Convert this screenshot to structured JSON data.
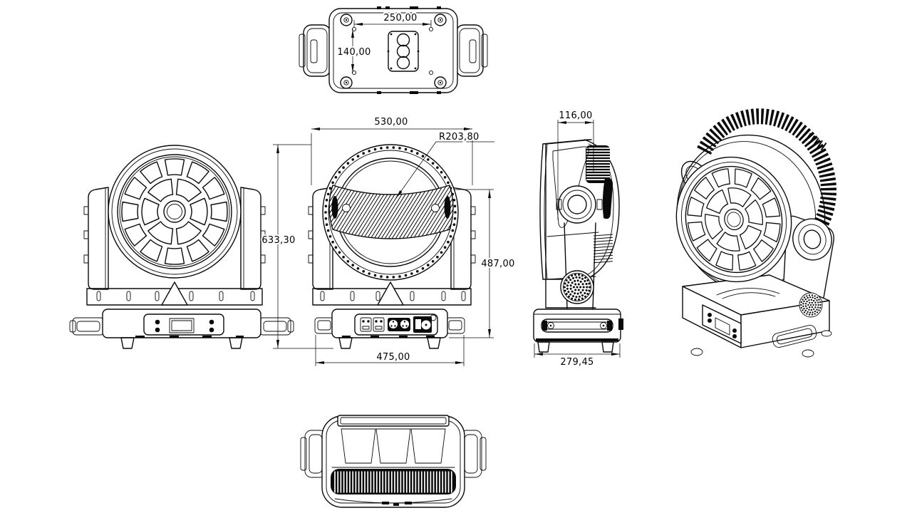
{
  "dims": {
    "top_plate_width": "250,00",
    "top_plate_depth": "140,00",
    "head_width": "530,00",
    "lens_radius": "R203,80",
    "overall_height": "633,30",
    "pivot_height": "487,00",
    "base_width": "475,00",
    "arm_depth": "116,00",
    "base_depth": "279,45"
  },
  "colors": {
    "line": "#0a0a0a",
    "background": "#ffffff"
  }
}
